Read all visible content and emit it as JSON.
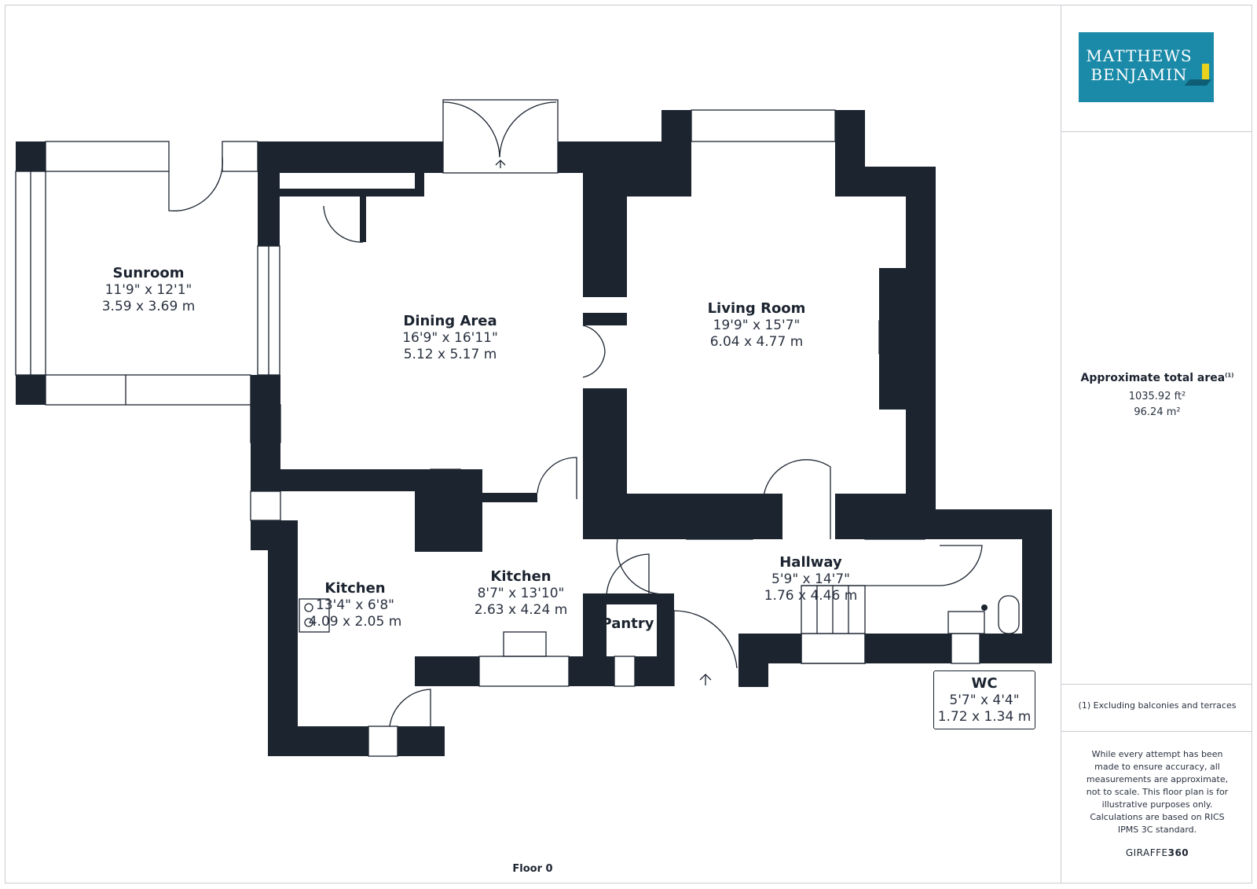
{
  "rooms": {
    "sunroom": {
      "name": "Sunroom",
      "imperial": "11'9\" x 12'1\"",
      "metric": "3.59 x 3.69 m"
    },
    "dining": {
      "name": "Dining Area",
      "imperial": "16'9\" x 16'11\"",
      "metric": "5.12 x 5.17 m"
    },
    "living": {
      "name": "Living Room",
      "imperial": "19'9\" x 15'7\"",
      "metric": "6.04 x 4.77 m"
    },
    "kitchen_left": {
      "name": "Kitchen",
      "imperial": "13'4\" x 6'8\"",
      "metric": "4.09 x 2.05 m"
    },
    "kitchen_right": {
      "name": "Kitchen",
      "imperial": "8'7\" x 13'10\"",
      "metric": "2.63 x 4.24 m"
    },
    "pantry": {
      "name": "Pantry"
    },
    "hallway": {
      "name": "Hallway",
      "imperial": "5'9\" x 14'7\"",
      "metric": "1.76 x 4.46 m"
    },
    "wc": {
      "name": "WC",
      "imperial": "5'7\" x 4'4\"",
      "metric": "1.72 x 1.34 m"
    }
  },
  "floor_label": "Floor 0",
  "logo": {
    "line1": "MATTHEWS",
    "line2": "BENJAMIN",
    "accent": "#e8d21d",
    "background": "#1a8aa8"
  },
  "sidebar": {
    "area_title": "Approximate total area",
    "area_note_marker": "(1)",
    "area_ft": "1035.92 ft²",
    "area_m": "96.24 m²",
    "footnote": "(1) Excluding balconies and terraces",
    "disclaimer": "While every attempt has been made to ensure accuracy, all measurements are approximate, not to scale. This floor plan is for illustrative purposes only.",
    "standard": "Calculations are based on RICS IPMS 3C standard.",
    "brand_prefix": "GIRAFFE",
    "brand_suffix": "360"
  },
  "colors": {
    "wall": "#1c2430",
    "line": "#1c2430",
    "frame": "#c9ccd1"
  }
}
